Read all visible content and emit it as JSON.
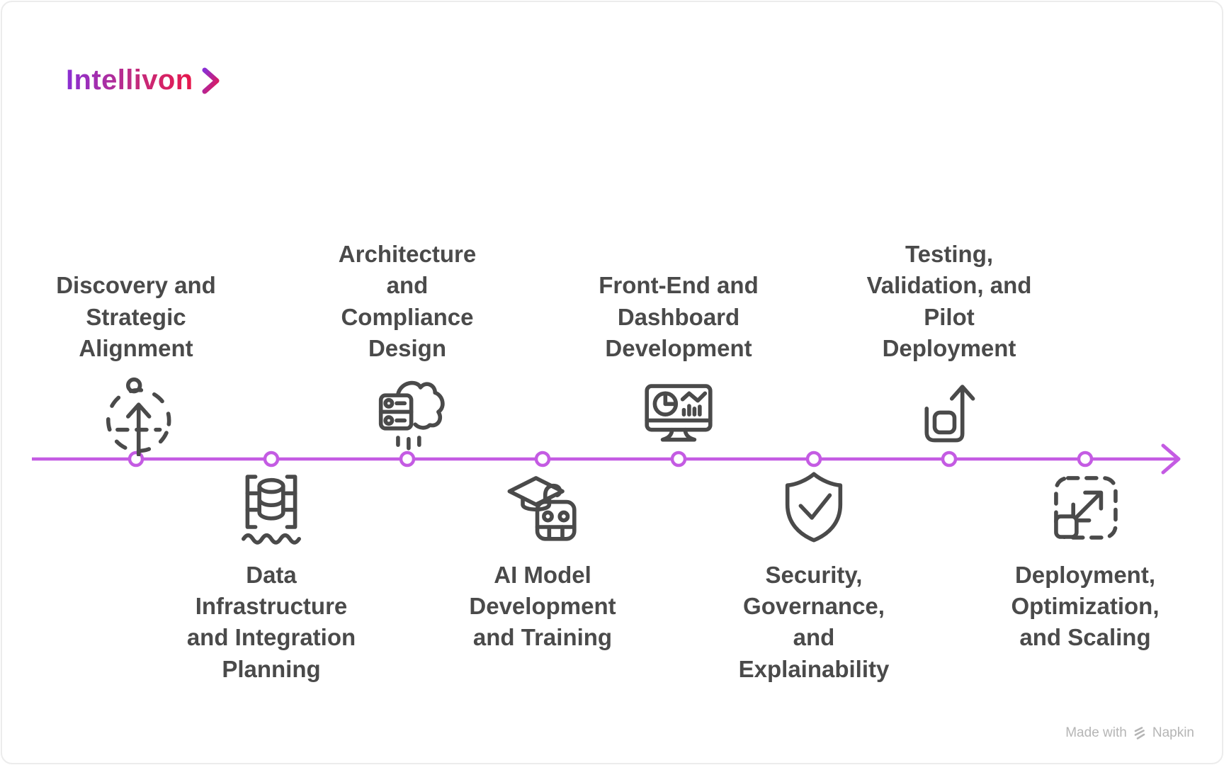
{
  "logo": {
    "name": "Intellivon"
  },
  "colors": {
    "logo-start": "#8a2fd4",
    "logo-mid": "#c22c7e",
    "logo-end": "#e8174b",
    "timeline": "#c45be3",
    "icon": "#4a4a4a",
    "text": "#4a4a4a",
    "attribution": "#b5b5b5"
  },
  "milestones": [
    {
      "label": "Discovery and\nStrategic\nAlignment",
      "icon": "growth-direction",
      "position": "above"
    },
    {
      "label": "Data\nInfrastructure\nand Integration\nPlanning",
      "icon": "database-pipeline",
      "position": "below"
    },
    {
      "label": "Architecture\nand\nCompliance\nDesign",
      "icon": "cloud-server",
      "position": "above"
    },
    {
      "label": "AI Model\nDevelopment\nand Training",
      "icon": "robot-graduation",
      "position": "below"
    },
    {
      "label": "Front-End and\nDashboard\nDevelopment",
      "icon": "dashboard-monitor",
      "position": "above"
    },
    {
      "label": "Security,\nGovernance,\nand\nExplainability",
      "icon": "shield-check",
      "position": "below"
    },
    {
      "label": "Testing,\nValidation, and\nPilot\nDeployment",
      "icon": "pilot-launch",
      "position": "above"
    },
    {
      "label": "Deployment,\nOptimization,\nand Scaling",
      "icon": "scale-expand",
      "position": "below"
    }
  ],
  "attribution": {
    "made_with": "Made with",
    "brand": "Napkin"
  }
}
